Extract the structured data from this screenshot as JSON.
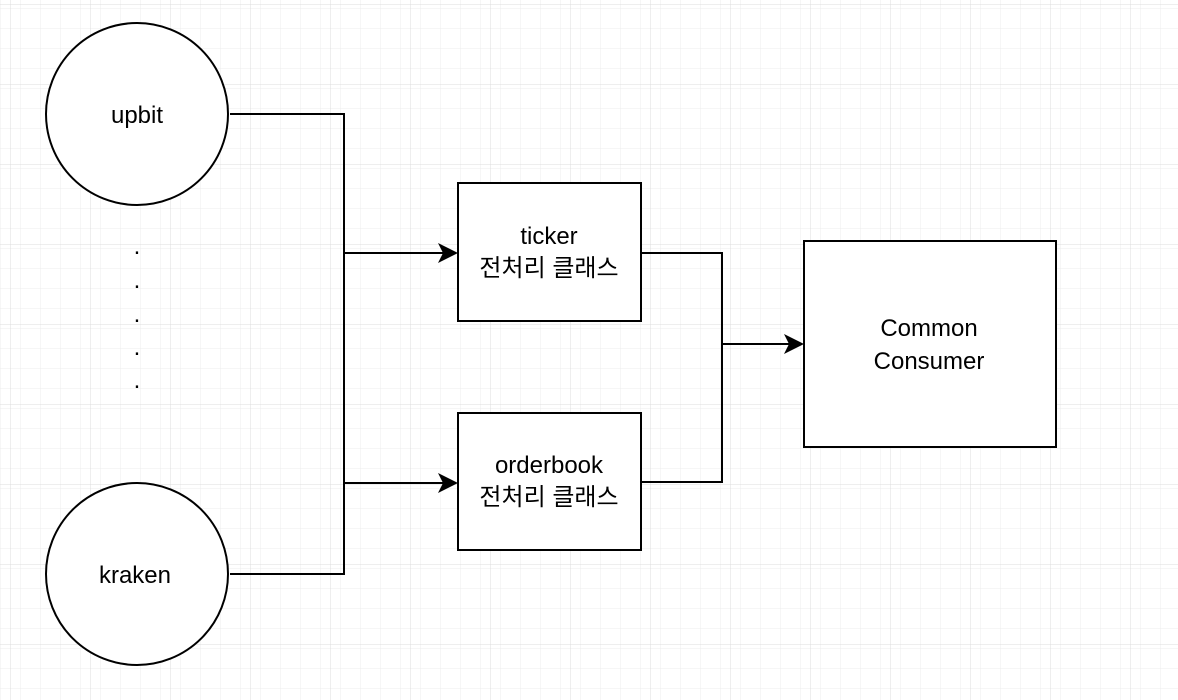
{
  "colors": {
    "background": "#ffffff",
    "grid_line": "#e6e6e6",
    "stroke": "#000000",
    "fill": "#ffffff",
    "text": "#000000"
  },
  "nodes": {
    "upbit": {
      "label": "upbit",
      "shape": "circle"
    },
    "ellipsis": {
      "glyphs": [
        ".",
        ".",
        ".",
        ".",
        "."
      ]
    },
    "kraken": {
      "label": "kraken",
      "shape": "circle"
    },
    "ticker": {
      "line1": "ticker",
      "line2": "전처리 클래스",
      "shape": "rectangle"
    },
    "orderbook": {
      "line1": "orderbook",
      "line2": "전처리 클래스",
      "shape": "rectangle"
    },
    "consumer": {
      "line1": "Common",
      "line2": "Consumer",
      "shape": "rectangle"
    }
  },
  "edges": [
    {
      "from": "upbit",
      "to": "ticker",
      "arrow": true
    },
    {
      "from": "kraken",
      "to": "orderbook",
      "arrow": true
    },
    {
      "from": "ticker",
      "to": "consumer",
      "arrow": true
    },
    {
      "from": "orderbook",
      "to": "consumer",
      "arrow": true
    }
  ]
}
